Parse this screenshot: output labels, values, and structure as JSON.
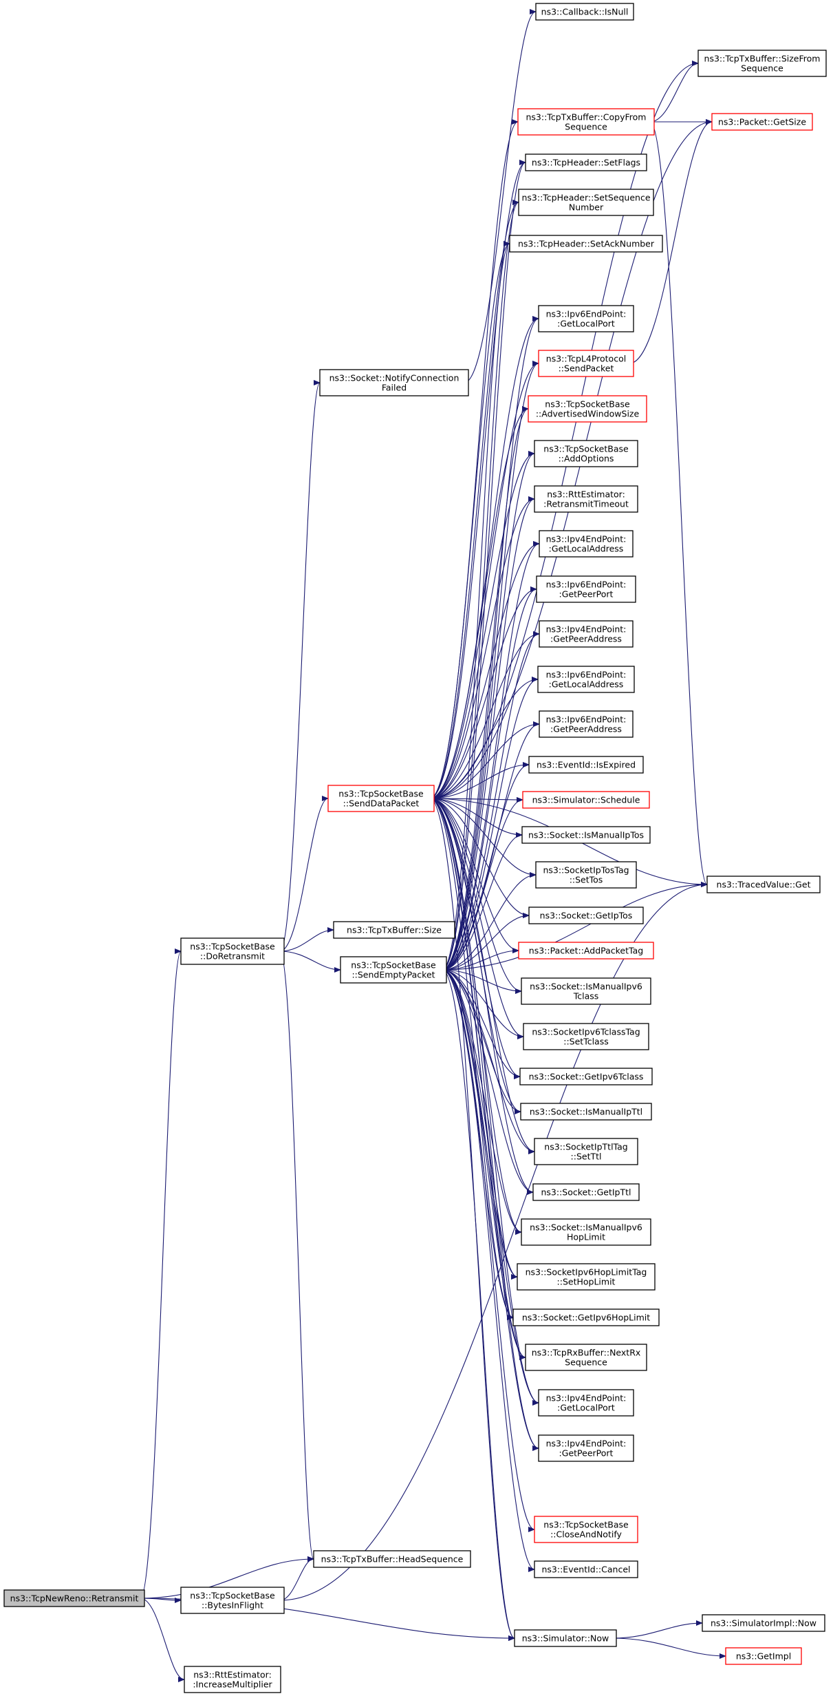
{
  "graph": {
    "nodes": {
      "retransmit": {
        "lines": [
          "ns3::TcpNewReno::Retransmit"
        ],
        "style": "root"
      },
      "doRetransmit": {
        "lines": [
          "ns3::TcpSocketBase",
          "::DoRetransmit"
        ],
        "style": "normal"
      },
      "bytesInFlight": {
        "lines": [
          "ns3::TcpSocketBase",
          "::BytesInFlight"
        ],
        "style": "normal"
      },
      "increaseMultiplier": {
        "lines": [
          "ns3::RttEstimator:",
          ":IncreaseMultiplier"
        ],
        "style": "normal"
      },
      "headSequence": {
        "lines": [
          "ns3::TcpTxBuffer::HeadSequence"
        ],
        "style": "normal"
      },
      "simNow": {
        "lines": [
          "ns3::Simulator::Now"
        ],
        "style": "normal"
      },
      "notifyConnFailed": {
        "lines": [
          "ns3::Socket::NotifyConnection",
          "Failed"
        ],
        "style": "normal"
      },
      "sendDataPacket": {
        "lines": [
          "ns3::TcpSocketBase",
          "::SendDataPacket"
        ],
        "style": "red"
      },
      "txBufSize": {
        "lines": [
          "ns3::TcpTxBuffer::Size"
        ],
        "style": "normal"
      },
      "sendEmptyPacket": {
        "lines": [
          "ns3::TcpSocketBase",
          "::SendEmptyPacket"
        ],
        "style": "normal"
      },
      "callbackIsNull": {
        "lines": [
          "ns3::Callback::IsNull"
        ],
        "style": "normal"
      },
      "copyFromSequence": {
        "lines": [
          "ns3::TcpTxBuffer::CopyFrom",
          "Sequence"
        ],
        "style": "red"
      },
      "setFlags": {
        "lines": [
          "ns3::TcpHeader::SetFlags"
        ],
        "style": "normal"
      },
      "setSequenceNumber": {
        "lines": [
          "ns3::TcpHeader::SetSequence",
          "Number"
        ],
        "style": "normal"
      },
      "setAckNumber": {
        "lines": [
          "ns3::TcpHeader::SetAckNumber"
        ],
        "style": "normal"
      },
      "ipv6GetLocalPort": {
        "lines": [
          "ns3::Ipv6EndPoint:",
          ":GetLocalPort"
        ],
        "style": "normal"
      },
      "l4SendPacket": {
        "lines": [
          "ns3::TcpL4Protocol",
          "::SendPacket"
        ],
        "style": "red"
      },
      "advertisedWindowSize": {
        "lines": [
          "ns3::TcpSocketBase",
          "::AdvertisedWindowSize"
        ],
        "style": "red"
      },
      "addOptions": {
        "lines": [
          "ns3::TcpSocketBase",
          "::AddOptions"
        ],
        "style": "normal"
      },
      "retransmitTimeout": {
        "lines": [
          "ns3::RttEstimator:",
          ":RetransmitTimeout"
        ],
        "style": "normal"
      },
      "ipv4GetLocalAddress": {
        "lines": [
          "ns3::Ipv4EndPoint:",
          ":GetLocalAddress"
        ],
        "style": "normal"
      },
      "ipv6GetPeerPort": {
        "lines": [
          "ns3::Ipv6EndPoint:",
          ":GetPeerPort"
        ],
        "style": "normal"
      },
      "ipv4GetPeerAddress": {
        "lines": [
          "ns3::Ipv4EndPoint:",
          ":GetPeerAddress"
        ],
        "style": "normal"
      },
      "ipv6GetLocalAddress": {
        "lines": [
          "ns3::Ipv6EndPoint:",
          ":GetLocalAddress"
        ],
        "style": "normal"
      },
      "ipv6GetPeerAddress": {
        "lines": [
          "ns3::Ipv6EndPoint:",
          ":GetPeerAddress"
        ],
        "style": "normal"
      },
      "eventIsExpired": {
        "lines": [
          "ns3::EventId::IsExpired"
        ],
        "style": "normal"
      },
      "simSchedule": {
        "lines": [
          "ns3::Simulator::Schedule"
        ],
        "style": "red"
      },
      "isManualIpTos": {
        "lines": [
          "ns3::Socket::IsManualIpTos"
        ],
        "style": "normal"
      },
      "ipTosSetTos": {
        "lines": [
          "ns3::SocketIpTosTag",
          "::SetTos"
        ],
        "style": "normal"
      },
      "getIpTos": {
        "lines": [
          "ns3::Socket::GetIpTos"
        ],
        "style": "normal"
      },
      "addPacketTag": {
        "lines": [
          "ns3::Packet::AddPacketTag"
        ],
        "style": "red"
      },
      "isManualIpv6Tclass": {
        "lines": [
          "ns3::Socket::IsManualIpv6",
          "Tclass"
        ],
        "style": "normal"
      },
      "ipv6TclassSetTclass": {
        "lines": [
          "ns3::SocketIpv6TclassTag",
          "::SetTclass"
        ],
        "style": "normal"
      },
      "getIpv6Tclass": {
        "lines": [
          "ns3::Socket::GetIpv6Tclass"
        ],
        "style": "normal"
      },
      "isManualIpTtl": {
        "lines": [
          "ns3::Socket::IsManualIpTtl"
        ],
        "style": "normal"
      },
      "ipTtlSetTtl": {
        "lines": [
          "ns3::SocketIpTtlTag",
          "::SetTtl"
        ],
        "style": "normal"
      },
      "getIpTtl": {
        "lines": [
          "ns3::Socket::GetIpTtl"
        ],
        "style": "normal"
      },
      "isManualIpv6HopLimit": {
        "lines": [
          "ns3::Socket::IsManualIpv6",
          "HopLimit"
        ],
        "style": "normal"
      },
      "hopLimitSetHopLimit": {
        "lines": [
          "ns3::SocketIpv6HopLimitTag",
          "::SetHopLimit"
        ],
        "style": "normal"
      },
      "getIpv6HopLimit": {
        "lines": [
          "ns3::Socket::GetIpv6HopLimit"
        ],
        "style": "normal"
      },
      "nextRxSequence": {
        "lines": [
          "ns3::TcpRxBuffer::NextRx",
          "Sequence"
        ],
        "style": "normal"
      },
      "ipv4GetLocalPort": {
        "lines": [
          "ns3::Ipv4EndPoint:",
          ":GetLocalPort"
        ],
        "style": "normal"
      },
      "ipv4GetPeerPort": {
        "lines": [
          "ns3::Ipv4EndPoint:",
          ":GetPeerPort"
        ],
        "style": "normal"
      },
      "closeAndNotify": {
        "lines": [
          "ns3::TcpSocketBase",
          "::CloseAndNotify"
        ],
        "style": "red"
      },
      "eventCancel": {
        "lines": [
          "ns3::EventId::Cancel"
        ],
        "style": "normal"
      },
      "sizeFromSequence": {
        "lines": [
          "ns3::TcpTxBuffer::SizeFrom",
          "Sequence"
        ],
        "style": "normal"
      },
      "packetGetSize": {
        "lines": [
          "ns3::Packet::GetSize"
        ],
        "style": "red"
      },
      "tracedValueGet": {
        "lines": [
          "ns3::TracedValue::Get"
        ],
        "style": "normal"
      },
      "simImplNow": {
        "lines": [
          "ns3::SimulatorImpl::Now"
        ],
        "style": "normal"
      },
      "getImpl": {
        "lines": [
          "ns3::GetImpl"
        ],
        "style": "red"
      }
    },
    "edges": [
      [
        "retransmit",
        "doRetransmit"
      ],
      [
        "retransmit",
        "headSequence"
      ],
      [
        "retransmit",
        "bytesInFlight"
      ],
      [
        "retransmit",
        "increaseMultiplier"
      ],
      [
        "retransmit",
        "simNow"
      ],
      [
        "doRetransmit",
        "notifyConnFailed"
      ],
      [
        "doRetransmit",
        "sendDataPacket"
      ],
      [
        "doRetransmit",
        "txBufSize"
      ],
      [
        "doRetransmit",
        "sendEmptyPacket"
      ],
      [
        "doRetransmit",
        "headSequence"
      ],
      [
        "bytesInFlight",
        "headSequence"
      ],
      [
        "bytesInFlight",
        "tracedValueGet"
      ],
      [
        "notifyConnFailed",
        "callbackIsNull"
      ],
      [
        "sendDataPacket",
        "sizeFromSequence"
      ],
      [
        "sendDataPacket",
        "packetGetSize"
      ],
      [
        "sendDataPacket",
        "copyFromSequence"
      ],
      [
        "sendDataPacket",
        "setFlags"
      ],
      [
        "sendDataPacket",
        "setSequenceNumber"
      ],
      [
        "sendDataPacket",
        "setAckNumber"
      ],
      [
        "sendDataPacket",
        "tracedValueGet"
      ],
      [
        "sendDataPacket",
        "ipv6GetLocalPort"
      ],
      [
        "sendDataPacket",
        "l4SendPacket"
      ],
      [
        "sendDataPacket",
        "advertisedWindowSize"
      ],
      [
        "sendDataPacket",
        "addOptions"
      ],
      [
        "sendDataPacket",
        "retransmitTimeout"
      ],
      [
        "sendDataPacket",
        "ipv4GetLocalAddress"
      ],
      [
        "sendDataPacket",
        "ipv6GetPeerPort"
      ],
      [
        "sendDataPacket",
        "ipv4GetPeerAddress"
      ],
      [
        "sendDataPacket",
        "ipv6GetLocalAddress"
      ],
      [
        "sendDataPacket",
        "ipv6GetPeerAddress"
      ],
      [
        "sendDataPacket",
        "eventIsExpired"
      ],
      [
        "sendDataPacket",
        "simSchedule"
      ],
      [
        "sendDataPacket",
        "isManualIpTos"
      ],
      [
        "sendDataPacket",
        "ipTosSetTos"
      ],
      [
        "sendDataPacket",
        "getIpTos"
      ],
      [
        "sendDataPacket",
        "addPacketTag"
      ],
      [
        "sendDataPacket",
        "isManualIpv6Tclass"
      ],
      [
        "sendDataPacket",
        "ipv6TclassSetTclass"
      ],
      [
        "sendDataPacket",
        "getIpv6Tclass"
      ],
      [
        "sendDataPacket",
        "isManualIpTtl"
      ],
      [
        "sendDataPacket",
        "ipTtlSetTtl"
      ],
      [
        "sendDataPacket",
        "getIpTtl"
      ],
      [
        "sendDataPacket",
        "isManualIpv6HopLimit"
      ],
      [
        "sendDataPacket",
        "hopLimitSetHopLimit"
      ],
      [
        "sendDataPacket",
        "getIpv6HopLimit"
      ],
      [
        "sendDataPacket",
        "nextRxSequence"
      ],
      [
        "sendDataPacket",
        "ipv4GetLocalPort"
      ],
      [
        "sendDataPacket",
        "ipv4GetPeerPort"
      ],
      [
        "sendDataPacket",
        "simNow"
      ],
      [
        "sendEmptyPacket",
        "setFlags"
      ],
      [
        "sendEmptyPacket",
        "setSequenceNumber"
      ],
      [
        "sendEmptyPacket",
        "setAckNumber"
      ],
      [
        "sendEmptyPacket",
        "tracedValueGet"
      ],
      [
        "sendEmptyPacket",
        "ipv6GetLocalPort"
      ],
      [
        "sendEmptyPacket",
        "l4SendPacket"
      ],
      [
        "sendEmptyPacket",
        "advertisedWindowSize"
      ],
      [
        "sendEmptyPacket",
        "addOptions"
      ],
      [
        "sendEmptyPacket",
        "retransmitTimeout"
      ],
      [
        "sendEmptyPacket",
        "ipv4GetLocalAddress"
      ],
      [
        "sendEmptyPacket",
        "ipv6GetPeerPort"
      ],
      [
        "sendEmptyPacket",
        "ipv4GetPeerAddress"
      ],
      [
        "sendEmptyPacket",
        "ipv6GetLocalAddress"
      ],
      [
        "sendEmptyPacket",
        "ipv6GetPeerAddress"
      ],
      [
        "sendEmptyPacket",
        "eventIsExpired"
      ],
      [
        "sendEmptyPacket",
        "simSchedule"
      ],
      [
        "sendEmptyPacket",
        "isManualIpTos"
      ],
      [
        "sendEmptyPacket",
        "ipTosSetTos"
      ],
      [
        "sendEmptyPacket",
        "getIpTos"
      ],
      [
        "sendEmptyPacket",
        "addPacketTag"
      ],
      [
        "sendEmptyPacket",
        "isManualIpv6Tclass"
      ],
      [
        "sendEmptyPacket",
        "ipv6TclassSetTclass"
      ],
      [
        "sendEmptyPacket",
        "getIpv6Tclass"
      ],
      [
        "sendEmptyPacket",
        "isManualIpTtl"
      ],
      [
        "sendEmptyPacket",
        "ipTtlSetTtl"
      ],
      [
        "sendEmptyPacket",
        "getIpTtl"
      ],
      [
        "sendEmptyPacket",
        "isManualIpv6HopLimit"
      ],
      [
        "sendEmptyPacket",
        "hopLimitSetHopLimit"
      ],
      [
        "sendEmptyPacket",
        "getIpv6HopLimit"
      ],
      [
        "sendEmptyPacket",
        "nextRxSequence"
      ],
      [
        "sendEmptyPacket",
        "ipv4GetLocalPort"
      ],
      [
        "sendEmptyPacket",
        "ipv4GetPeerPort"
      ],
      [
        "sendEmptyPacket",
        "closeAndNotify"
      ],
      [
        "sendEmptyPacket",
        "eventCancel"
      ],
      [
        "sendEmptyPacket",
        "simNow"
      ],
      [
        "copyFromSequence",
        "sizeFromSequence"
      ],
      [
        "copyFromSequence",
        "packetGetSize"
      ],
      [
        "copyFromSequence",
        "tracedValueGet"
      ],
      [
        "l4SendPacket",
        "packetGetSize"
      ],
      [
        "simNow",
        "simImplNow"
      ],
      [
        "simNow",
        "getImpl"
      ]
    ]
  }
}
